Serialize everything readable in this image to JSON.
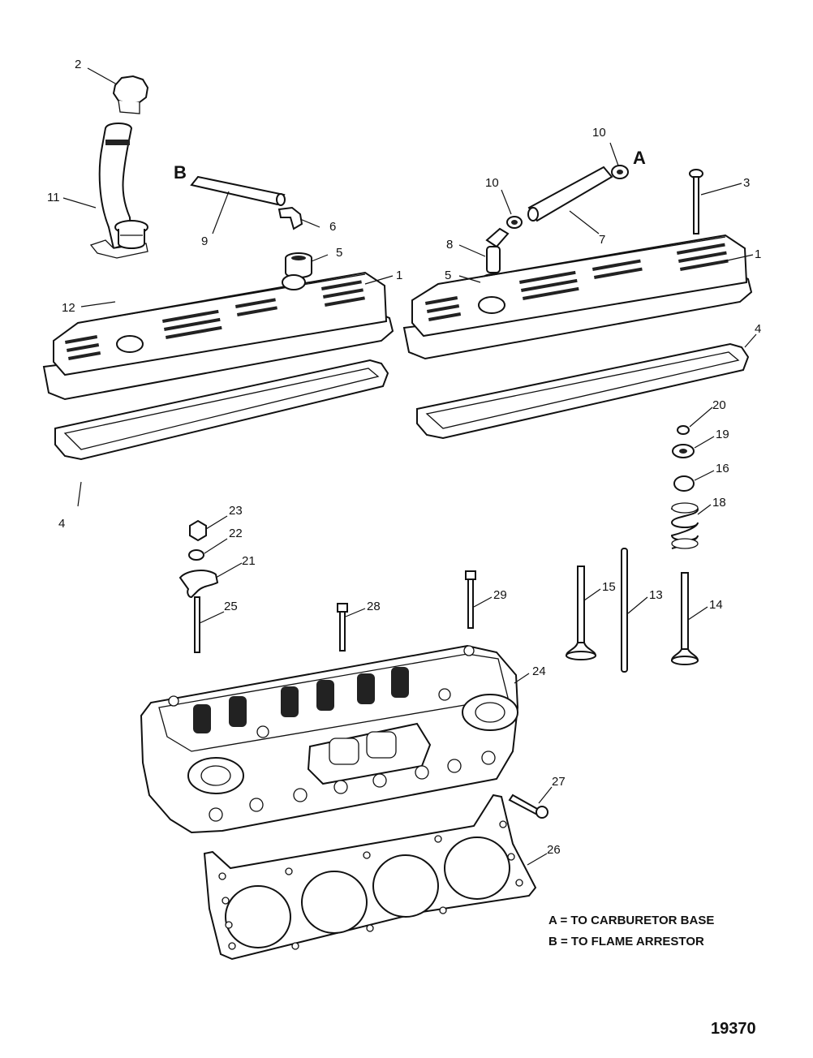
{
  "callouts": {
    "c1a": "1",
    "c1b": "1",
    "c2": "2",
    "c3": "3",
    "c4a": "4",
    "c4b": "4",
    "c5a": "5",
    "c5b": "5",
    "c6": "6",
    "c7": "7",
    "c8": "8",
    "c9": "9",
    "c10a": "10",
    "c10b": "10",
    "c11": "11",
    "c12": "12",
    "c13": "13",
    "c14": "14",
    "c15": "15",
    "c16": "16",
    "c18": "18",
    "c19": "19",
    "c20": "20",
    "c21": "21",
    "c22": "22",
    "c23": "23",
    "c24": "24",
    "c25": "25",
    "c26": "26",
    "c27": "27",
    "c28": "28",
    "c29": "29"
  },
  "letters": {
    "a": "A",
    "b": "B"
  },
  "legend": {
    "line_a": "A = TO CARBURETOR BASE",
    "line_b": "B = TO FLAME ARRESTOR"
  },
  "figure_number": "19370"
}
